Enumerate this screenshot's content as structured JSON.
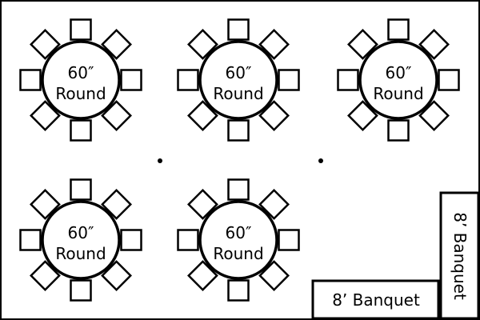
{
  "tables": [
    {
      "size": "60″",
      "shape": "Round",
      "chairs": 8
    },
    {
      "size": "60″",
      "shape": "Round",
      "chairs": 8
    },
    {
      "size": "60″",
      "shape": "Round",
      "chairs": 8
    },
    {
      "size": "60″",
      "shape": "Round",
      "chairs": 8
    },
    {
      "size": "60″",
      "shape": "Round",
      "chairs": 8
    }
  ],
  "banquets": [
    {
      "label": "8’ Banquet",
      "orientation": "horizontal"
    },
    {
      "label": "8’ Banquet",
      "orientation": "vertical"
    }
  ],
  "markers": 2
}
